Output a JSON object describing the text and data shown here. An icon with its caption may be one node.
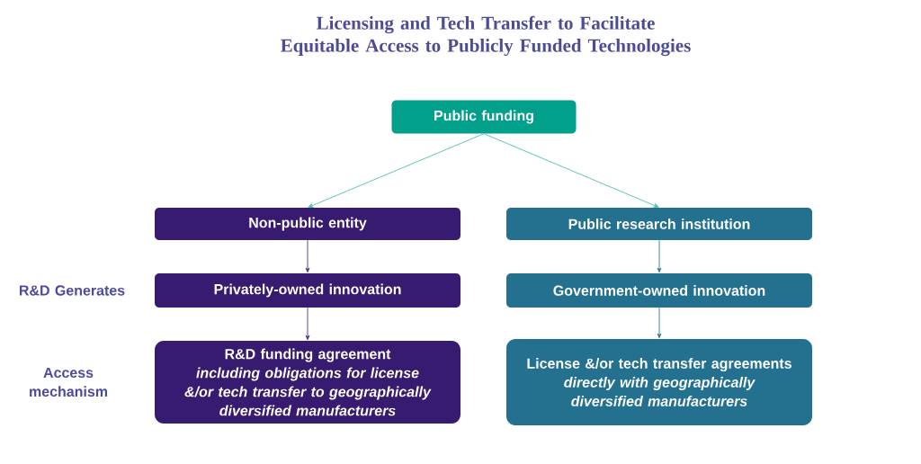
{
  "diagram": {
    "title": "Licensing and Tech Transfer to Facilitate Equitable Access to Publicly Funded Technologies",
    "nodes": [
      {
        "text": [
          "Public funding"
        ]
      },
      {
        "text": [
          "Non-public entity"
        ]
      },
      {
        "text": [
          "Public research institution"
        ]
      },
      {
        "text": [
          "Privately-owned innovation"
        ]
      },
      {
        "text": [
          "Government-owned innovation"
        ]
      },
      {
        "text": [
          "R&D funding agreement",
          "including obligations for license &/or tech transfer to geographically diversified manufacturers"
        ]
      },
      {
        "text": [
          "License &/or tech transfer agreements",
          "directly with geographically diversified manufacturers"
        ]
      }
    ],
    "edges": [
      {
        "from": 0,
        "to": 1,
        "arrow": "to",
        "color": "#4dbfae"
      },
      {
        "from": 0,
        "to": 2,
        "arrow": "to",
        "color": "#4dbfae"
      },
      {
        "from": 1,
        "to": 3,
        "arrow": "to",
        "color": "#4b3590"
      },
      {
        "from": 3,
        "to": 5,
        "arrow": "to",
        "color": "#4b3590"
      },
      {
        "from": 2,
        "to": 4,
        "arrow": "to",
        "color": "#2a7a96"
      },
      {
        "from": 4,
        "to": 6,
        "arrow": "to",
        "color": "#2a7a96"
      }
    ],
    "labels": [
      "R&D Generates",
      "Access mechanism"
    ]
  }
}
